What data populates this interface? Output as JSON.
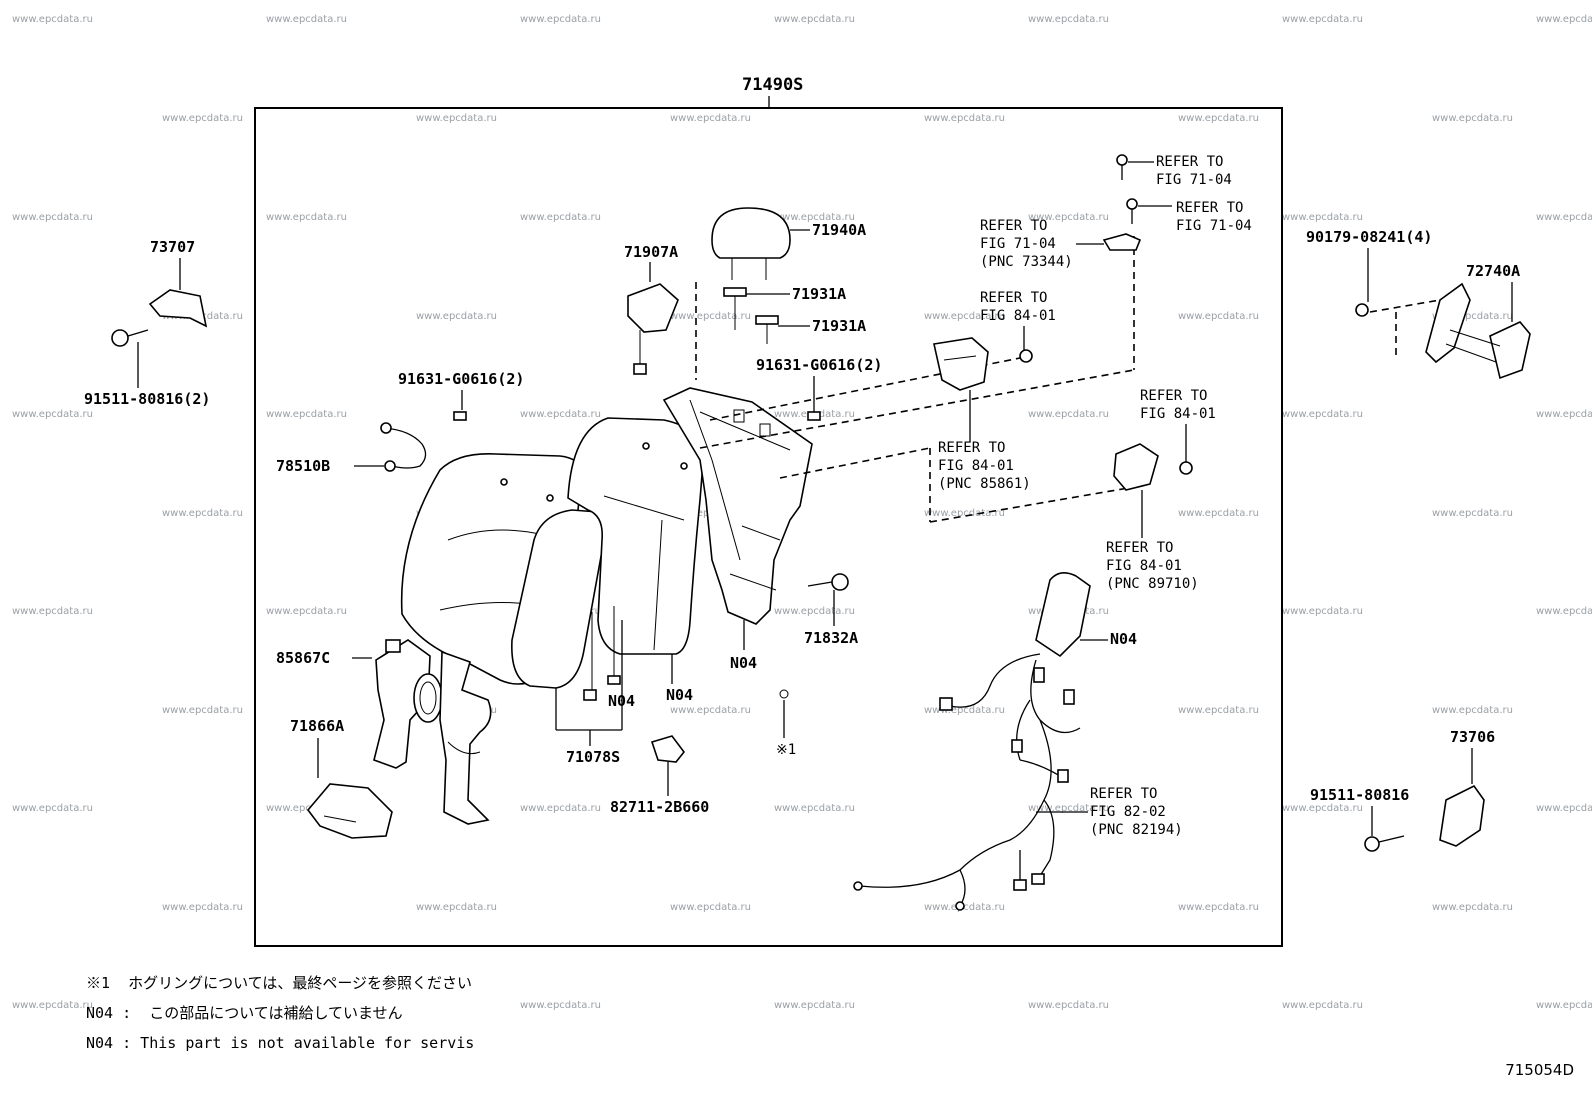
{
  "watermark": "www.epcdata.ru",
  "assembly": "71490S",
  "parts": {
    "p73707": "73707",
    "p91511_80816_2": "91511-80816(2)",
    "p71907A": "71907A",
    "p71940A": "71940A",
    "p71931A_1": "71931A",
    "p71931A_2": "71931A",
    "p91631_left": "91631-G0616(2)",
    "p91631_right": "91631-G0616(2)",
    "p78510B": "78510B",
    "p85867C": "85867C",
    "p71866A": "71866A",
    "p71078S": "71078S",
    "p82711": "82711-2B660",
    "p71832A": "71832A",
    "p90179": "90179-08241(4)",
    "p72740A": "72740A",
    "p73706": "73706",
    "p91511_80816": "91511-80816",
    "n04_a": "N04",
    "n04_b": "N04",
    "n04_c": "N04",
    "n04_d": "N04",
    "hogring": "※1"
  },
  "refs": {
    "r1": [
      "REFER TO",
      "FIG 71-04"
    ],
    "r2": [
      "REFER TO",
      "FIG 71-04"
    ],
    "r3": [
      "REFER TO",
      "FIG 71-04",
      "(PNC 73344)"
    ],
    "r4": [
      "REFER TO",
      "FIG 84-01"
    ],
    "r5": [
      "REFER TO",
      "FIG 84-01"
    ],
    "r6": [
      "REFER TO",
      "FIG 84-01",
      "(PNC 85861)"
    ],
    "r7": [
      "REFER TO",
      "FIG 84-01",
      "(PNC 89710)"
    ],
    "r8": [
      "REFER TO",
      "FIG 82-02",
      "(PNC 82194)"
    ]
  },
  "notes": {
    "note1": "※1  ホグリングについては、最終ページを参照ください",
    "note2": "N04 :  この部品については補給していません",
    "note3": "N04 : This part is not available for servis"
  },
  "figure_id": "715054D"
}
